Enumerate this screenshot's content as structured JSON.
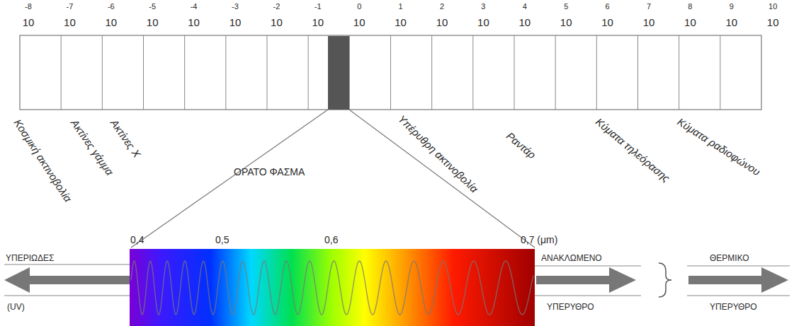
{
  "diagram": {
    "labels": [
      "-8",
      "10",
      "-7",
      "10",
      "-6",
      "10",
      "-5",
      "10",
      "-4",
      "10",
      "-3",
      "10",
      "-2",
      "10",
      "-1",
      "10",
      "0",
      "10",
      "1",
      "10",
      "2",
      "10",
      "3",
      "10",
      "4",
      "10",
      "5",
      "10",
      "6",
      "10",
      "7",
      "10",
      "8",
      "10",
      "9",
      "10",
      "10",
      "10",
      "Κοσμική ακτινοβολία",
      "Ακτίνες γάμμα",
      "Ακτίνες Χ",
      "Υπέρυθρη ακτινοβολία",
      "Ραντάρ",
      "Κύματα τηλεόρασης",
      "Κύματα ραδιοφώνου",
      "ΟΡΑΤΟ ΦΑΣΜΑ",
      "0,4",
      "0,5",
      "0,6",
      "0,7 (μm)",
      "ΥΠΕΡΙΩΔΕΣ",
      "(UV)",
      "ΑΝΑΚΛΩΜΕΝΟ",
      "ΥΠΕΡΥΘΡΟ",
      "ΘΕΡΜΙΚΟ",
      "ΥΠΕΡΥΘΡΟ"
    ]
  }
}
